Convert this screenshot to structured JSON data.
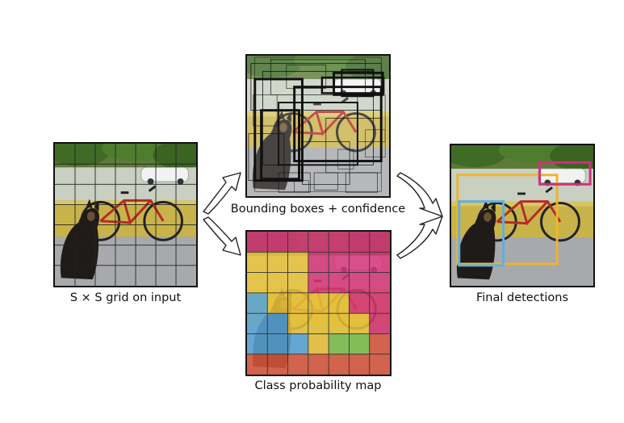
{
  "captions": {
    "input": "S × S grid on input",
    "boxes": "Bounding boxes + confidence",
    "classes": "Class probability map",
    "final": "Final detections"
  },
  "colors": {
    "magenta": "#d6357a",
    "yellow": "#e9c23a",
    "blue": "#5aa7d8",
    "green": "#7cc04a",
    "red": "#d9573b",
    "detection_dog_box": "#5fb0e0",
    "detection_bicycle_box": "#f0b429",
    "detection_car_box": "#d12f7d"
  },
  "class_map": [
    [
      "magenta",
      "magenta",
      "magenta",
      "magenta",
      "magenta",
      "magenta",
      "magenta"
    ],
    [
      "yellow",
      "yellow",
      "yellow",
      "magenta",
      "magenta",
      "magenta",
      "magenta"
    ],
    [
      "yellow",
      "yellow",
      "yellow",
      "magenta",
      "magenta",
      "magenta",
      "magenta"
    ],
    [
      "blue",
      "yellow",
      "yellow",
      "yellow",
      "yellow",
      "magenta",
      "magenta"
    ],
    [
      "blue",
      "blue",
      "yellow",
      "yellow",
      "yellow",
      "yellow",
      "magenta"
    ],
    [
      "blue",
      "blue",
      "blue",
      "yellow",
      "green",
      "green",
      "red"
    ],
    [
      "red",
      "red",
      "red",
      "red",
      "red",
      "red",
      "red"
    ]
  ]
}
